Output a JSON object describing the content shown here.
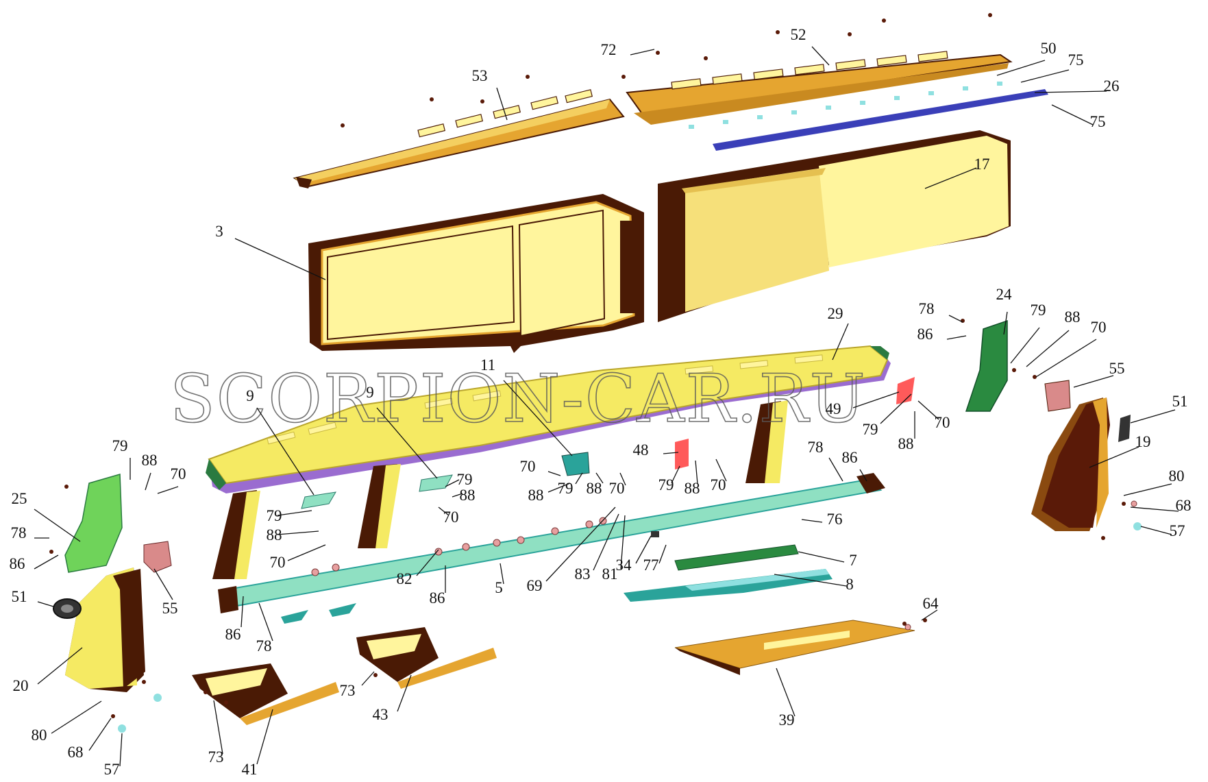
{
  "watermark": "SCORPION-CAR.RU",
  "colors": {
    "yellow_light": "#fff59d",
    "yellow": "#f5ea63",
    "orange": "#e5a530",
    "dark_brown": "#4a1a05",
    "green": "#6fd35a",
    "teal_light": "#8fe0c2",
    "teal": "#2aa39a",
    "blue": "#3a3fb8",
    "violet": "#9a6cd0",
    "salmon": "#d98a8a",
    "red": "#ff5a5a"
  },
  "labels": [
    "72",
    "52",
    "50",
    "75",
    "26",
    "75",
    "53",
    "17",
    "3",
    "29",
    "78",
    "24",
    "79",
    "88",
    "70",
    "86",
    "11",
    "55",
    "9",
    "9",
    "49",
    "79",
    "70",
    "88",
    "51",
    "19",
    "48",
    "79",
    "88",
    "70",
    "70",
    "88",
    "79",
    "88",
    "70",
    "78",
    "86",
    "80",
    "68",
    "57",
    "79",
    "88",
    "70",
    "79",
    "88",
    "70",
    "25",
    "78",
    "86",
    "70",
    "88",
    "79",
    "76",
    "7",
    "51",
    "55",
    "34",
    "77",
    "8",
    "69",
    "83",
    "81",
    "82",
    "86",
    "5",
    "20",
    "86",
    "78",
    "64",
    "80",
    "68",
    "57",
    "73",
    "43",
    "73",
    "41",
    "39"
  ]
}
